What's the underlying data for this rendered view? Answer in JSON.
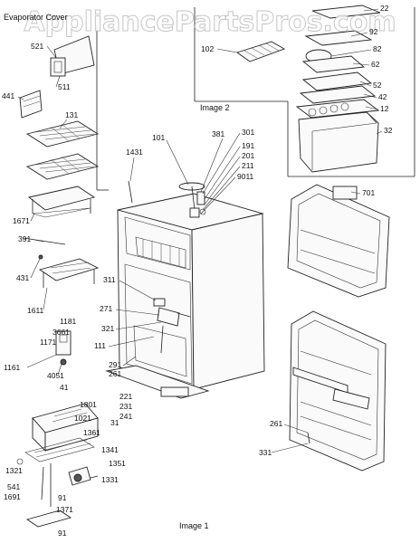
{
  "watermark": "AppliancePartsPros.com",
  "captions": {
    "evaporator_cover": "Evaporator Cover",
    "image2": "Image 2",
    "image1": "Image 1"
  },
  "callouts": {
    "c22": "22",
    "c92": "92",
    "c82": "82",
    "c62": "62",
    "c52": "52",
    "c42": "42",
    "c12": "12",
    "c32": "32",
    "c102": "102",
    "c521": "521",
    "c511": "511",
    "c441": "441",
    "c131": "131",
    "c101": "101",
    "c381": "381",
    "c301": "301",
    "c191": "191",
    "c201": "201",
    "c211": "211",
    "c9011": "9011",
    "c1431": "1431",
    "c1671": "1671",
    "c391": "391",
    "c431": "431",
    "c1611": "1611",
    "c701": "701",
    "c311": "311",
    "c271": "271",
    "c3661": "3661",
    "c1181": "1181",
    "c1171": "1171",
    "c321": "321",
    "c111": "111",
    "c1161": "1161",
    "c4051": "4051",
    "c291": "291",
    "c261a": "261",
    "c41": "41",
    "c1801": "1801",
    "c221": "221",
    "c231": "231",
    "c241": "241",
    "c1021": "1021",
    "c31": "31",
    "c261b": "261",
    "c1361": "1361",
    "c331": "331",
    "c1341": "1341",
    "c1351": "1351",
    "c1321": "1321",
    "c1331": "1331",
    "c541": "541",
    "c1691": "1691",
    "c91a": "91",
    "c1371": "1371",
    "c91b": "91"
  }
}
